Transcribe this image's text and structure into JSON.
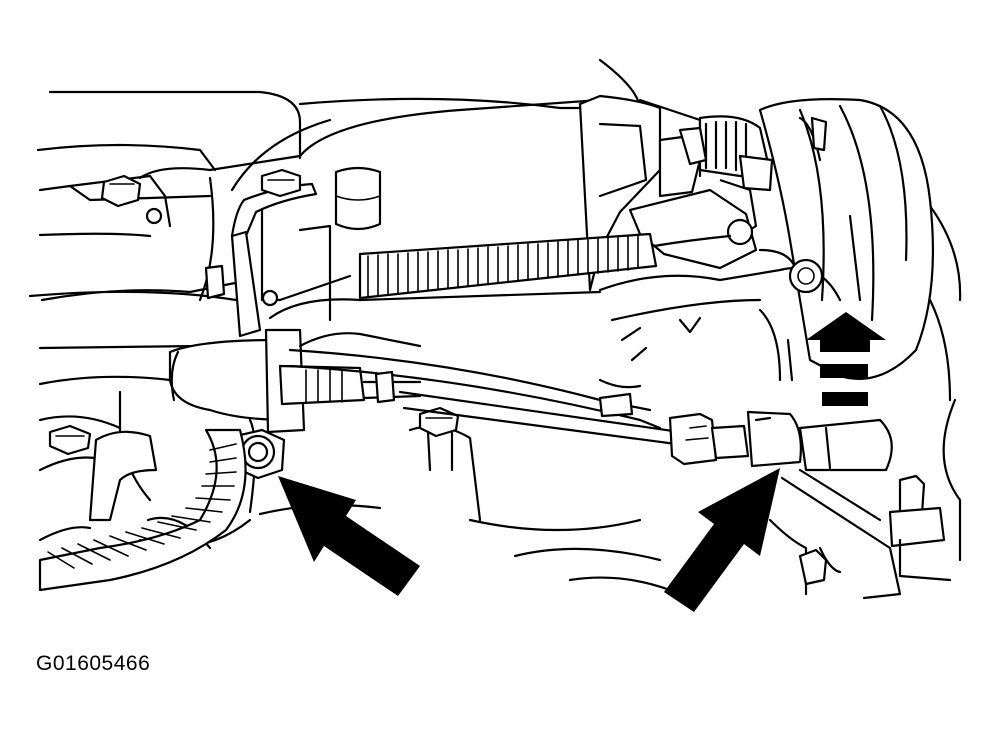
{
  "figure": {
    "code": "G01605466"
  },
  "colors": {
    "line": "#000000",
    "background": "#ffffff"
  },
  "icons": [
    "callout-arrow",
    "direction-arrow"
  ]
}
